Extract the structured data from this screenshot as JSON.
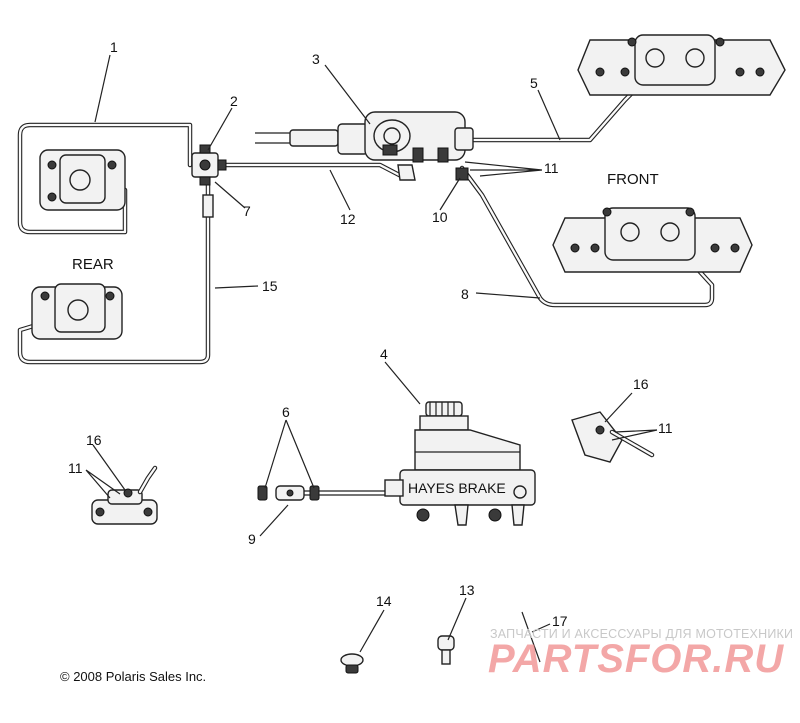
{
  "labels": {
    "front": "FRONT",
    "rear": "REAR",
    "copyright": "© 2008 Polaris Sales Inc.",
    "mc_brand": "HAYES BRAKE"
  },
  "callouts": [
    "1",
    "2",
    "3",
    "4",
    "5",
    "6",
    "7",
    "8",
    "9",
    "10",
    "11",
    "11",
    "11",
    "12",
    "13",
    "14",
    "15",
    "16",
    "16",
    "17"
  ],
  "watermark": {
    "tagline": "ЗАПЧАСТИ И АКСЕССУАРЫ ДЛЯ МОТОТЕХНИКИ",
    "brand": "PARTSFOR.RU"
  }
}
